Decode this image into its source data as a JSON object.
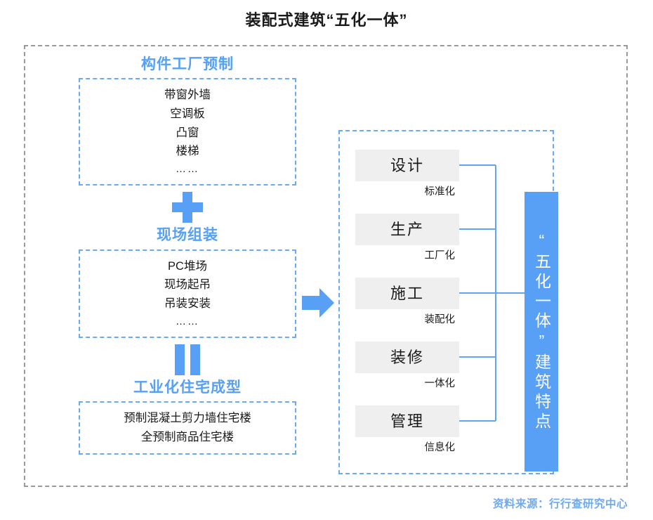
{
  "title": "装配式建筑“五化一体”",
  "colors": {
    "accent_blue": "#57A0F5",
    "dashed_blue": "#69A9F6",
    "dashed_gray": "#9a9a9a",
    "phase_box_gray": "#efefef",
    "source_blue": "#6FA9F2"
  },
  "left_column": {
    "stages": [
      {
        "heading": "构件工厂预制",
        "operator": null,
        "items": [
          "带窗外墙",
          "空调板",
          "凸窗",
          "楼梯",
          "……"
        ]
      },
      {
        "heading": "现场组装",
        "operator": "plus",
        "items": [
          "PC堆场",
          "现场起吊",
          "吊装安装",
          "……"
        ]
      },
      {
        "heading": "工业化住宅成型",
        "operator": "equals",
        "items": [
          "预制混凝土剪力墙住宅楼",
          "全预制商品住宅楼"
        ]
      }
    ]
  },
  "arrow": {
    "icon": "arrow-right-icon",
    "direction": "right",
    "color": "#57A0F5"
  },
  "right_panel": {
    "phases": [
      {
        "name": "设计",
        "attribute": "标准化"
      },
      {
        "name": "生产",
        "attribute": "工厂化"
      },
      {
        "name": "施工",
        "attribute": "装配化"
      },
      {
        "name": "装修",
        "attribute": "一体化"
      },
      {
        "name": "管理",
        "attribute": "信息化"
      }
    ],
    "feature_bar": {
      "text": "“五化一体”建筑特点"
    }
  },
  "footer": {
    "source": "资料来源：行行查研究中心"
  }
}
